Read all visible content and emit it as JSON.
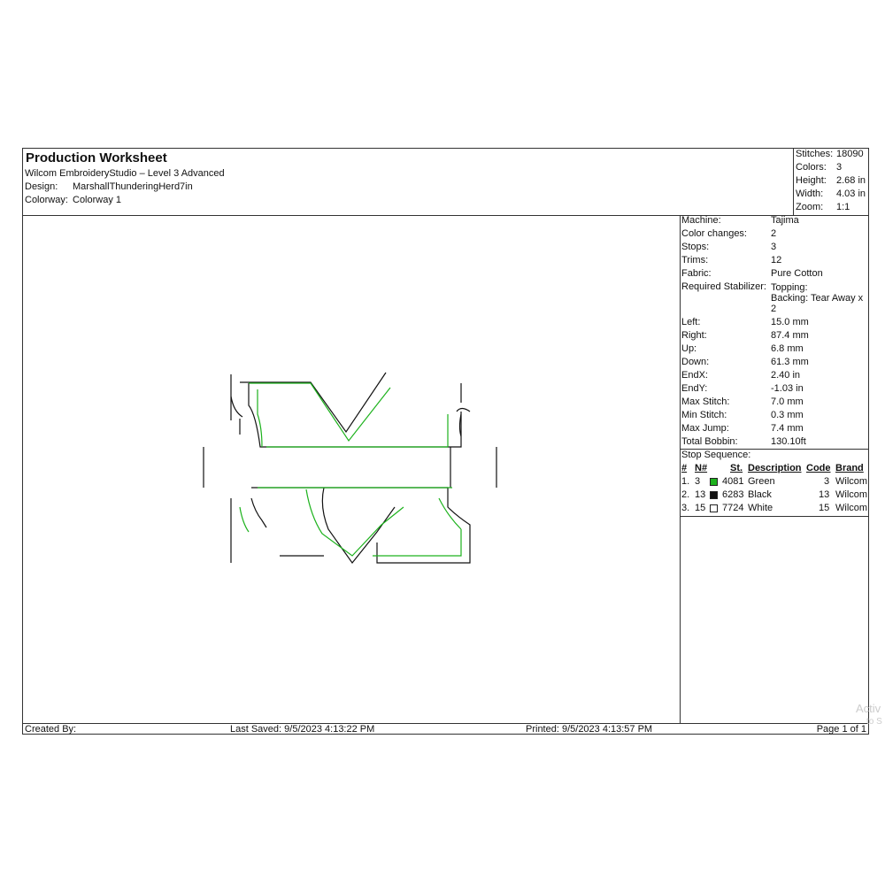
{
  "header": {
    "title": "Production Worksheet",
    "software": "Wilcom EmbroideryStudio – Level 3 Advanced",
    "design_label": "Design:",
    "design_value": "MarshallThunderingHerd7in",
    "colorway_label": "Colorway:",
    "colorway_value": "Colorway 1"
  },
  "summary": [
    {
      "label": "Stitches:",
      "value": "18090"
    },
    {
      "label": "Colors:",
      "value": "3"
    },
    {
      "label": "Height:",
      "value": "2.68 in"
    },
    {
      "label": "Width:",
      "value": "4.03 in"
    },
    {
      "label": "Zoom:",
      "value": "1:1"
    }
  ],
  "details": [
    {
      "label": "Machine:",
      "value": "Tajima"
    },
    {
      "label": "Color changes:",
      "value": "2"
    },
    {
      "label": "Stops:",
      "value": "3"
    },
    {
      "label": "Trims:",
      "value": "12"
    },
    {
      "label": "Fabric:",
      "value": "Pure Cotton"
    }
  ],
  "stabilizer": {
    "label": "Required Stabilizer:",
    "topping": "Topping:",
    "backing": "Backing: Tear Away x",
    "backing_count": "2"
  },
  "details2": [
    {
      "label": "Left:",
      "value": "15.0 mm"
    },
    {
      "label": "Right:",
      "value": "87.4 mm"
    },
    {
      "label": "Up:",
      "value": "6.8 mm"
    },
    {
      "label": "Down:",
      "value": "61.3 mm"
    },
    {
      "label": "EndX:",
      "value": "2.40 in"
    },
    {
      "label": "EndY:",
      "value": "-1.03 in"
    },
    {
      "label": "Max Stitch:",
      "value": "7.0 mm"
    },
    {
      "label": "Min Stitch:",
      "value": "0.3 mm"
    },
    {
      "label": "Max Jump:",
      "value": "7.4 mm"
    },
    {
      "label": "Total Bobbin:",
      "value": "130.10ft"
    }
  ],
  "stop_sequence": {
    "title": "Stop Sequence:",
    "headers": {
      "num": "#",
      "n": "N#",
      "st": "St.",
      "description": "Description",
      "code": "Code",
      "brand": "Brand"
    },
    "rows": [
      {
        "idx": "1.",
        "n": "3",
        "color": "#1db21d",
        "st": "4081",
        "description": "Green",
        "code": "3",
        "brand": "Wilcom"
      },
      {
        "idx": "2.",
        "n": "13",
        "color": "#111111",
        "st": "6283",
        "description": "Black",
        "code": "13",
        "brand": "Wilcom"
      },
      {
        "idx": "3.",
        "n": "15",
        "color": "#ffffff",
        "st": "7724",
        "description": "White",
        "code": "15",
        "brand": "Wilcom"
      }
    ]
  },
  "footer": {
    "created_by": "Created By:",
    "last_saved": "Last Saved: 9/5/2023 4:13:22 PM",
    "printed": "Printed: 9/5/2023 4:13:57 PM",
    "page": "Page 1 of 1"
  },
  "watermark": {
    "line1": "Activ",
    "line2": "to S"
  },
  "colors": {
    "green": "#1db21d",
    "black": "#111111",
    "border": "#333333"
  }
}
